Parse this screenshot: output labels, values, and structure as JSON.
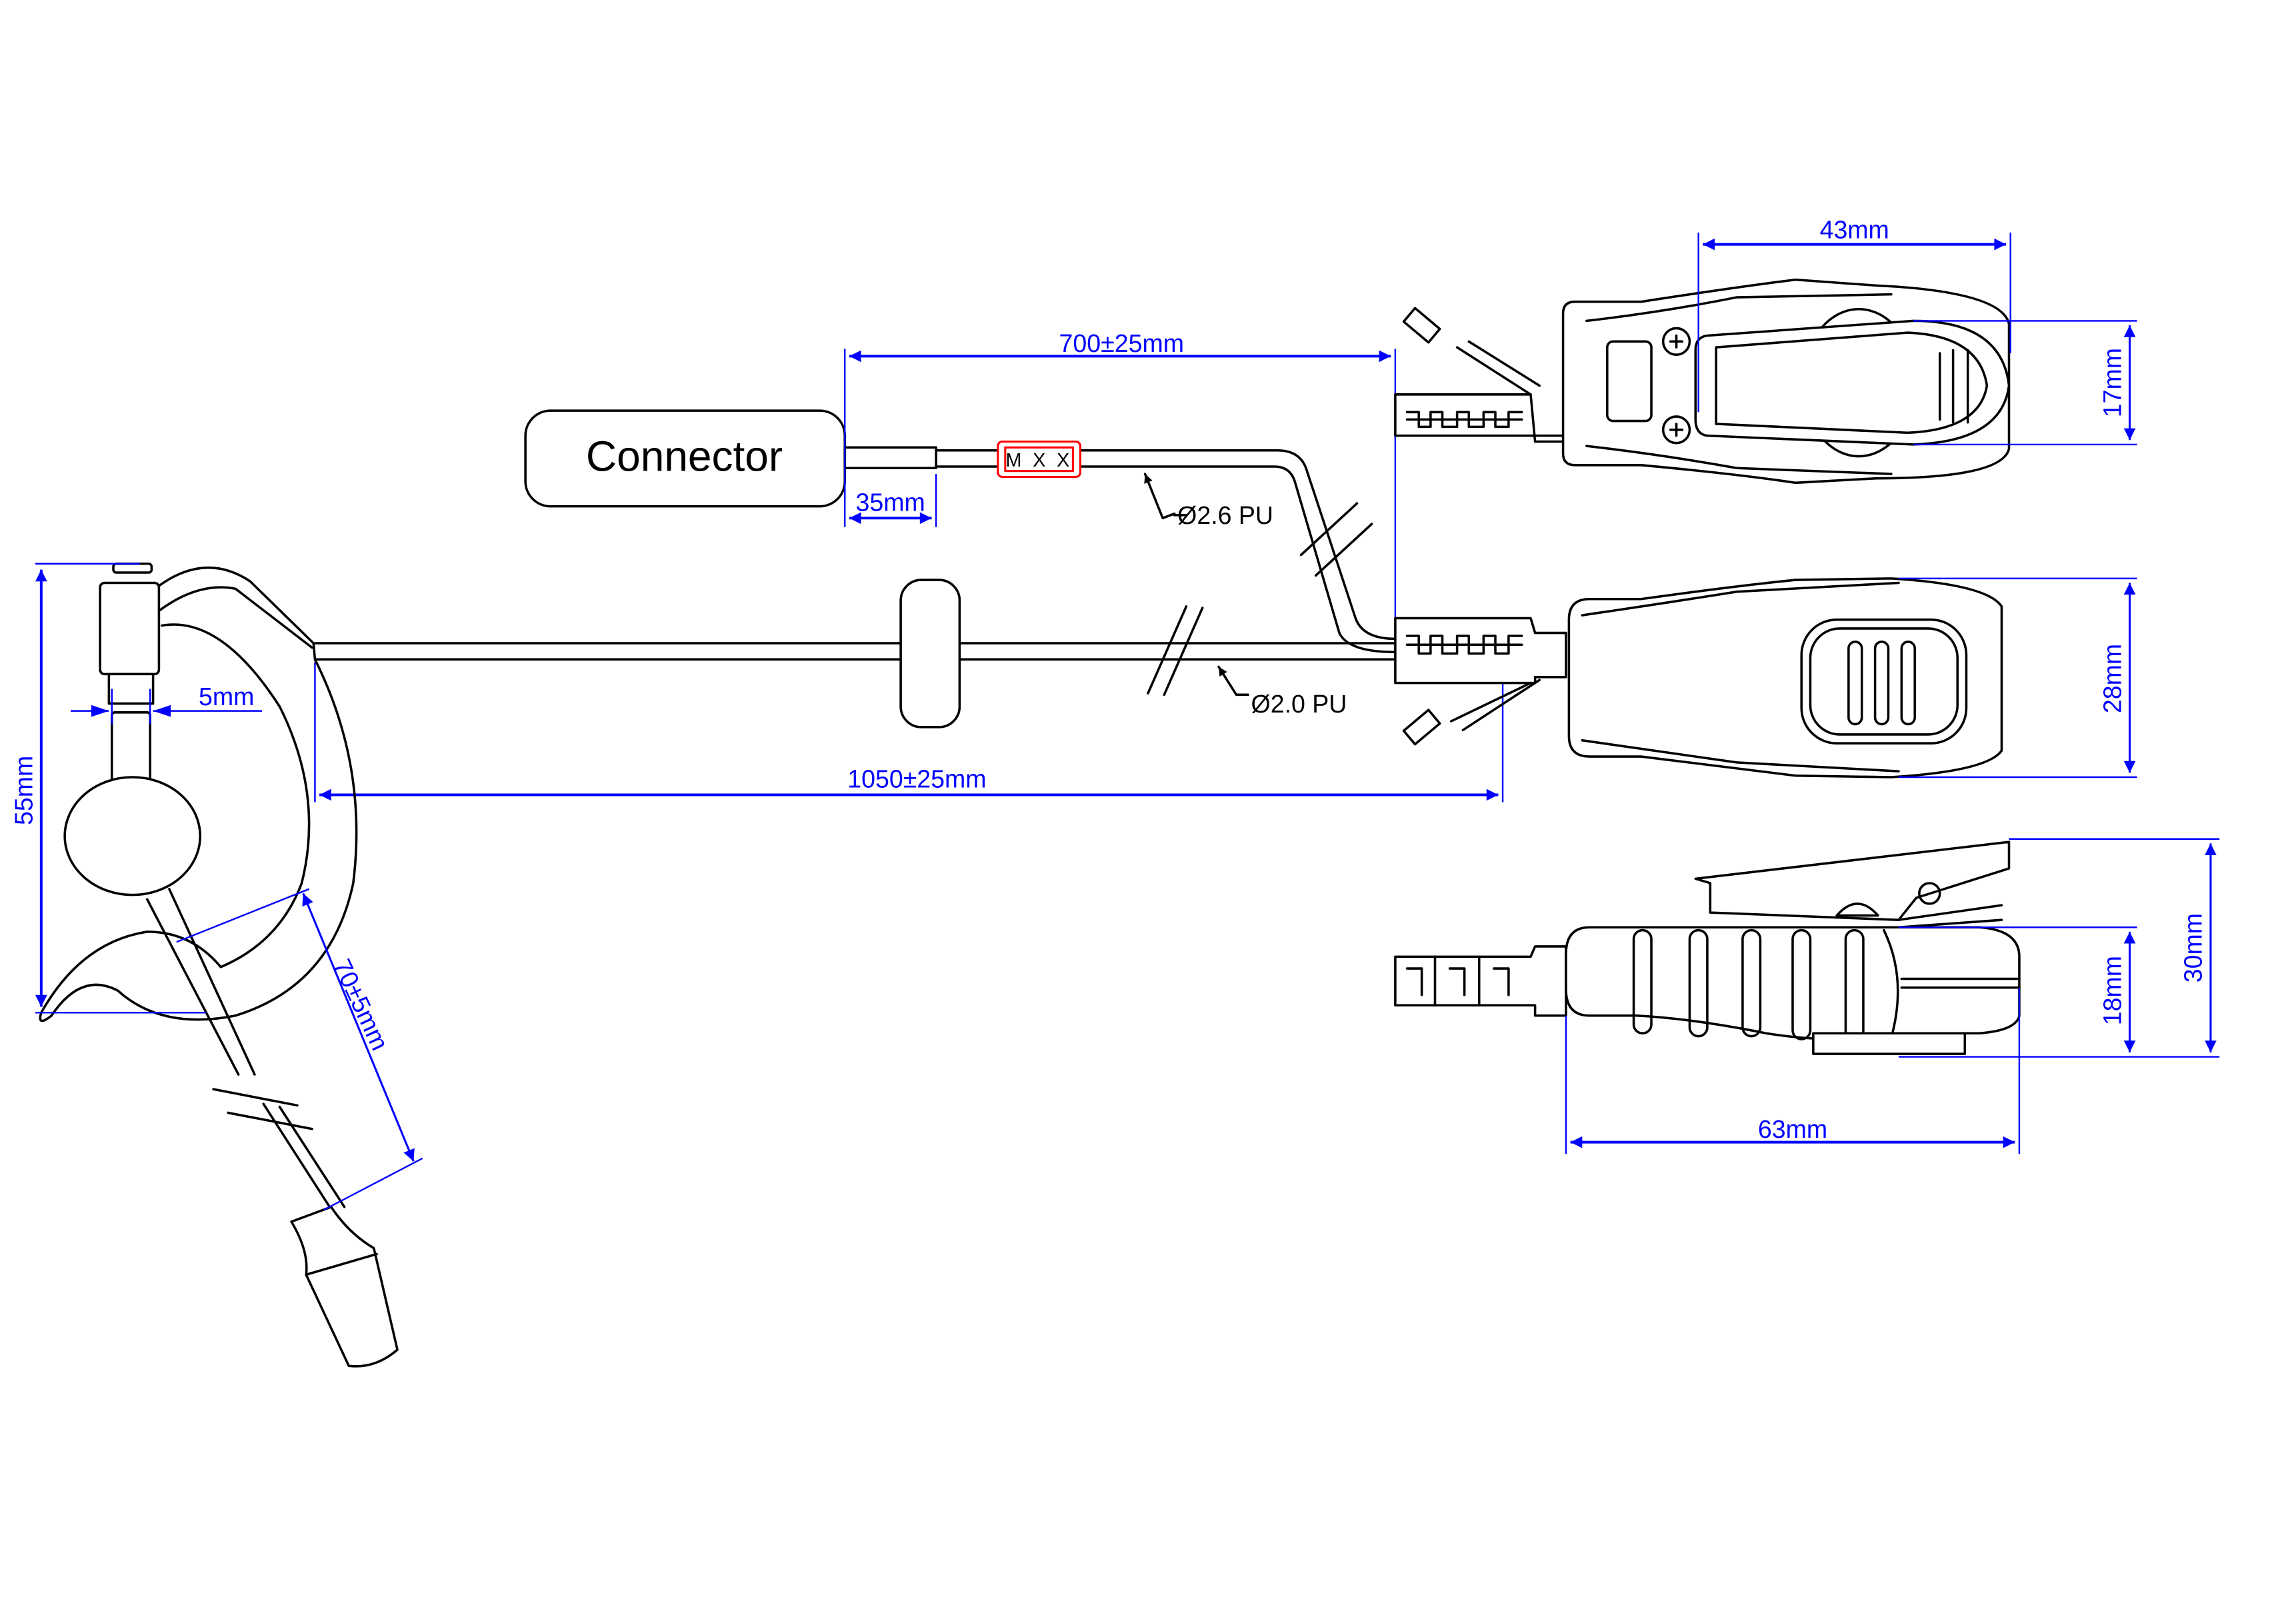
{
  "drawing": {
    "title": "Earpiece headset with PTT – dimension drawing",
    "colors": {
      "dimension": "#0000ff",
      "label_tag": "#ff0000",
      "outline": "#000000"
    }
  },
  "connector": {
    "label": "Connector"
  },
  "label_tag": {
    "text": "M X X"
  },
  "cables": {
    "upper": {
      "spec": "Ø2.6 PU"
    },
    "lower": {
      "spec": "Ø2.0 PU"
    }
  },
  "dimensions": {
    "upper_cable_length": "700±25mm",
    "connector_boot_length": "35mm",
    "lower_cable_length": "1050±25mm",
    "earhook_height": "55mm",
    "earpiece_stem_width": "5mm",
    "boom_length": "70±5mm",
    "ptt_top_clip_width": "43mm",
    "ptt_top_clip_height": "17mm",
    "ptt_front_height": "28mm",
    "ptt_side_length": "63mm",
    "ptt_side_body_height": "18mm",
    "ptt_side_total_height": "30mm"
  }
}
